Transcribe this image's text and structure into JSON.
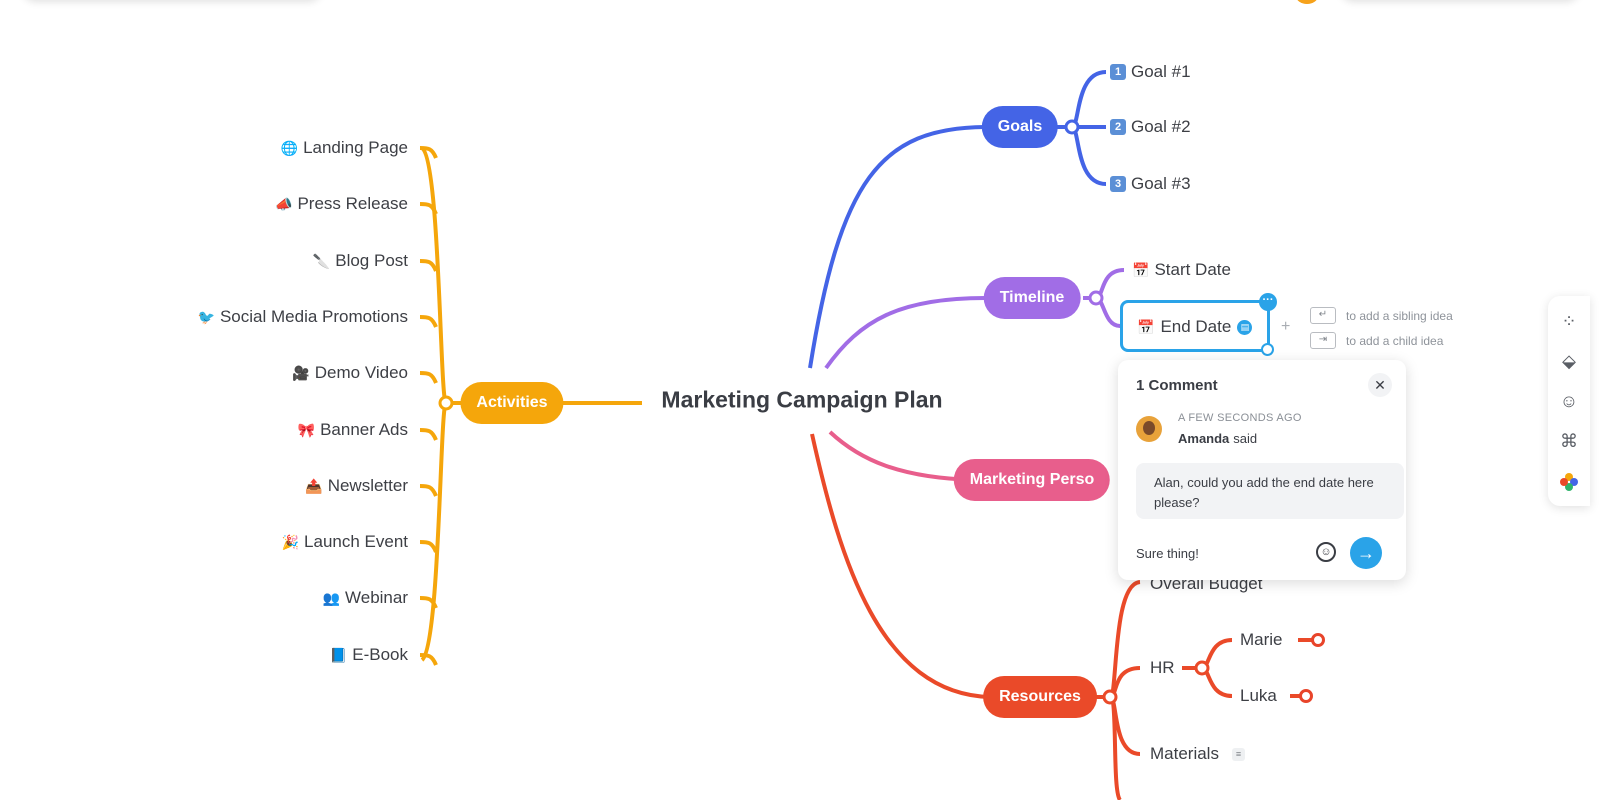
{
  "colors": {
    "activities": "#f5a60b",
    "goals": "#4464e6",
    "timeline": "#a16de6",
    "persona": "#e85e8c",
    "resources": "#ea4a29",
    "selection": "#2aa3e8"
  },
  "center": {
    "title": "Marketing Campaign Plan"
  },
  "activities": {
    "label": "Activities",
    "items": [
      {
        "icon": "🌐",
        "text": "Landing Page"
      },
      {
        "icon": "📣",
        "text": "Press Release"
      },
      {
        "icon": "🔪",
        "text": "Blog Post"
      },
      {
        "icon": "🐦",
        "text": "Social Media Promotions"
      },
      {
        "icon": "🎥",
        "text": "Demo Video"
      },
      {
        "icon": "🎀",
        "text": "Banner Ads"
      },
      {
        "icon": "📤",
        "text": "Newsletter"
      },
      {
        "icon": "🎉",
        "text": "Launch Event"
      },
      {
        "icon": "👥",
        "text": "Webinar"
      },
      {
        "icon": "📘",
        "text": "E-Book"
      }
    ]
  },
  "goals": {
    "label": "Goals",
    "items": [
      {
        "icon": "1",
        "text": "Goal #1"
      },
      {
        "icon": "2",
        "text": "Goal #2"
      },
      {
        "icon": "3",
        "text": "Goal #3"
      }
    ]
  },
  "timeline": {
    "label": "Timeline",
    "items": [
      {
        "icon": "📅",
        "text": "Start Date"
      },
      {
        "icon": "📅",
        "text": "End Date"
      }
    ]
  },
  "persona": {
    "label": "Marketing Perso"
  },
  "resources": {
    "label": "Resources",
    "items": [
      {
        "text": "Overall Budget"
      },
      {
        "text": "HR"
      },
      {
        "text": "Materials"
      }
    ],
    "hr_people": [
      "Marie",
      "Luka"
    ]
  },
  "hints": {
    "sibling": "to add a sibling idea",
    "child": "to add a child idea"
  },
  "comment": {
    "title": "1 Comment",
    "time": "A FEW SECONDS AGO",
    "author": "Amanda",
    "said": "said",
    "message": "Alan, could you add the end date here please?",
    "input_value": "Sure thing!"
  },
  "toolbar": {
    "items": [
      "apps-icon",
      "paint-bucket-icon",
      "emoji-icon",
      "mind-map-layout-icon",
      "color-palette-icon"
    ]
  }
}
